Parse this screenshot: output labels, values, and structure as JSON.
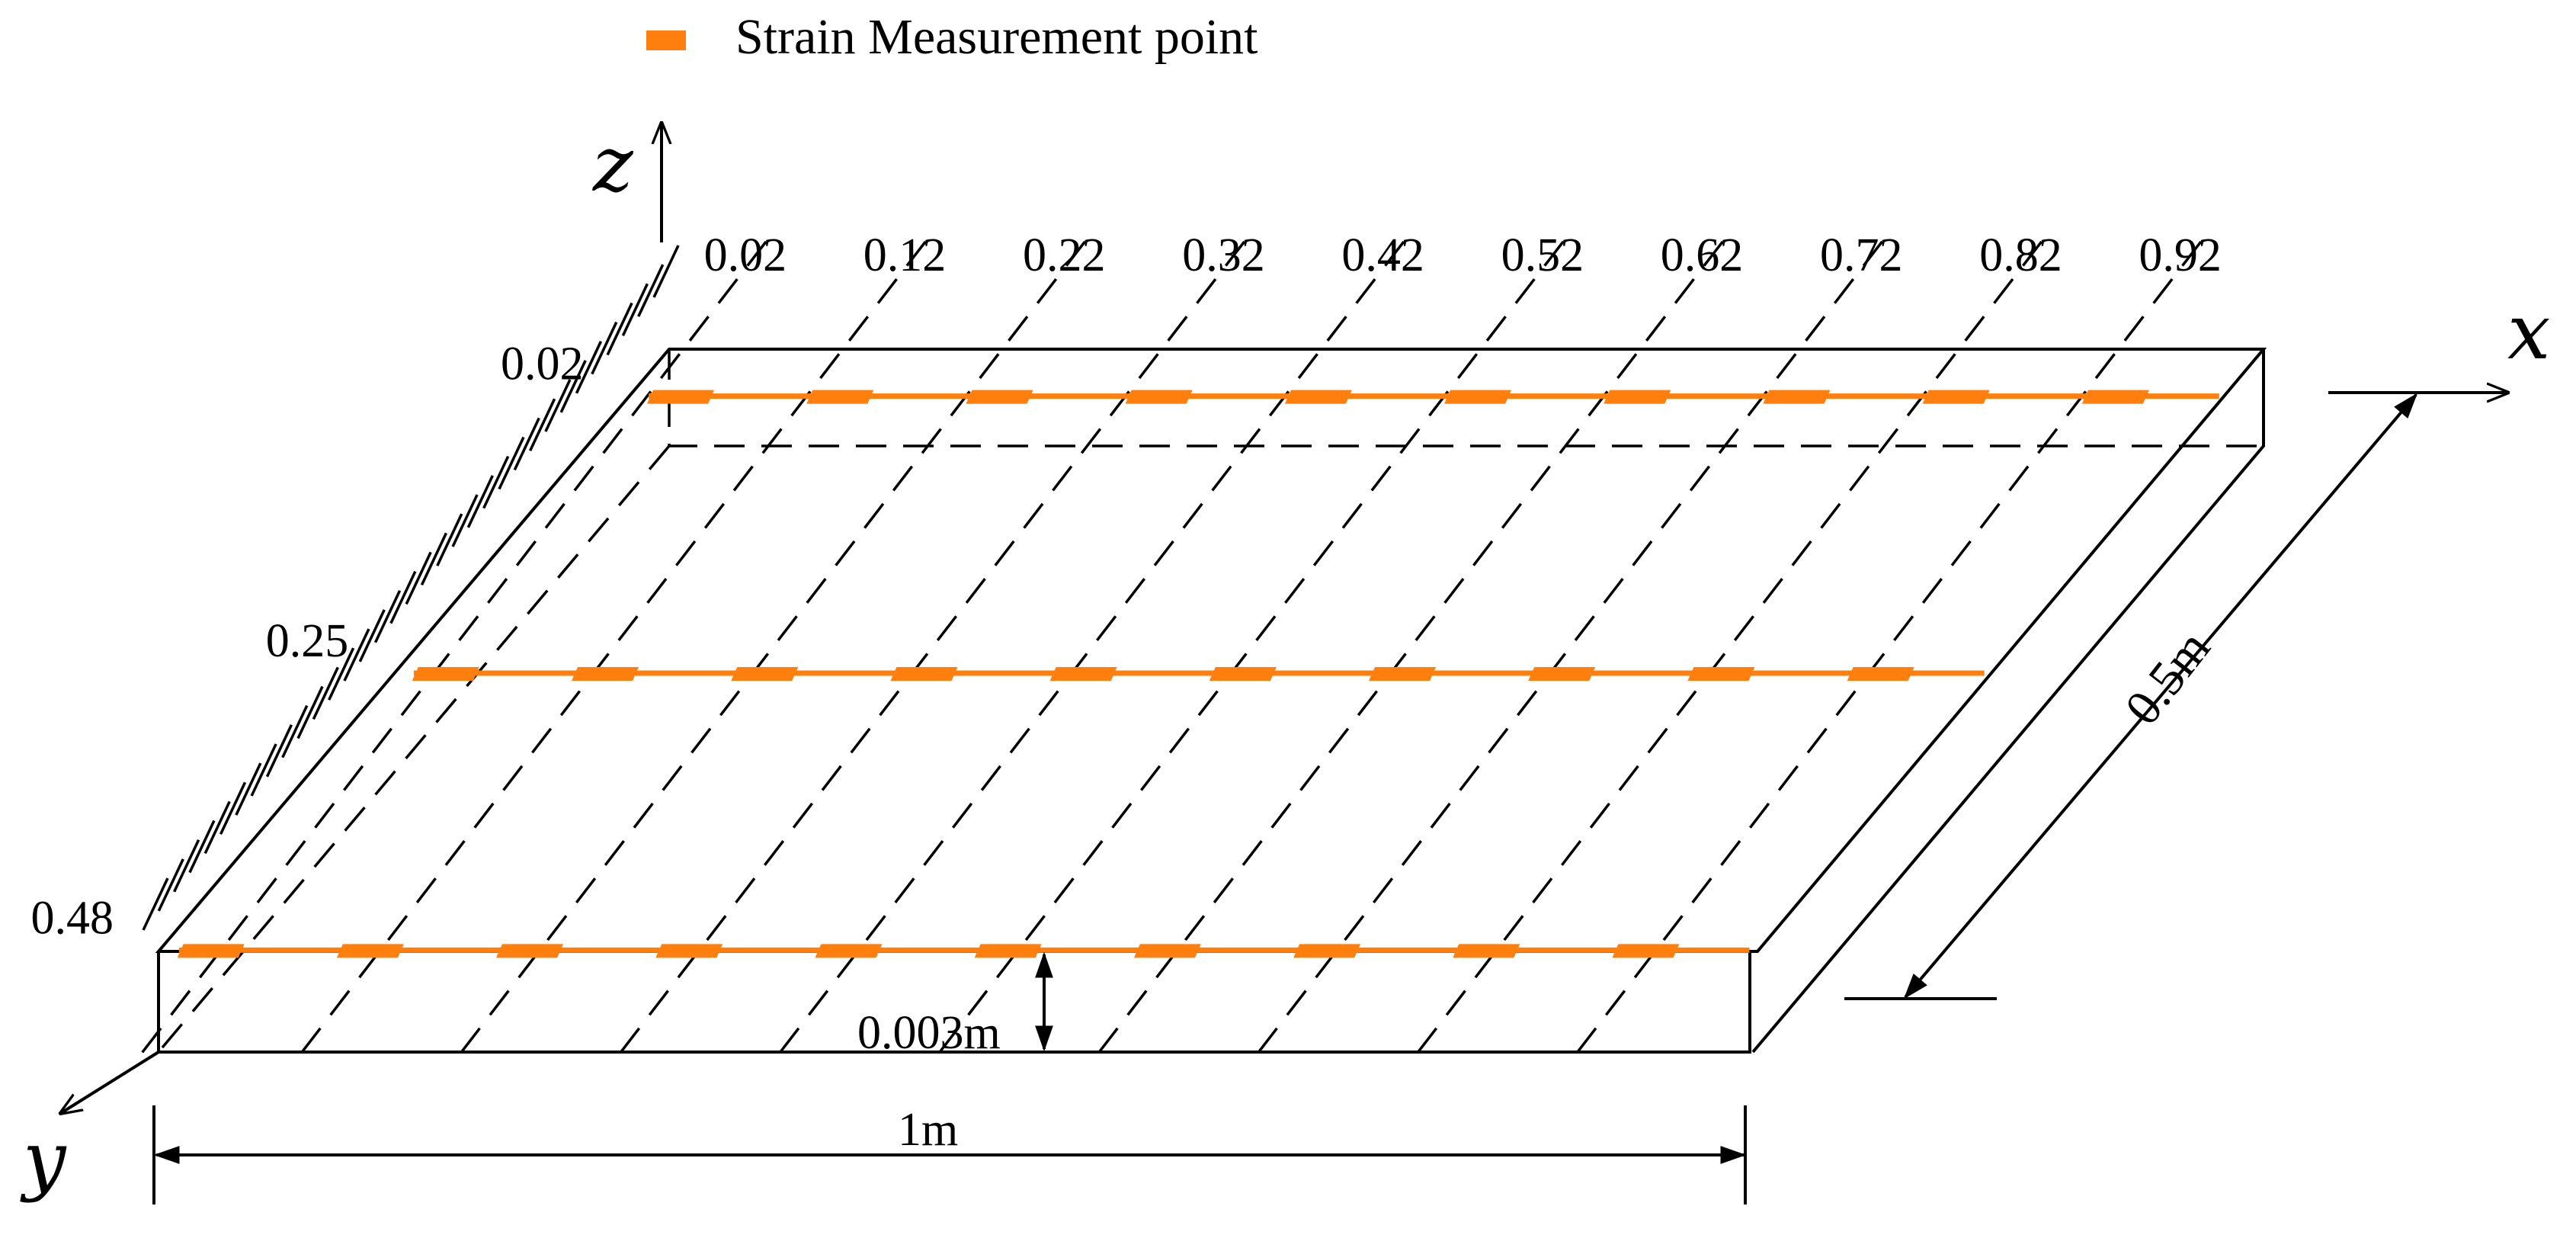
{
  "legend": {
    "label": "Strain Measurement point",
    "color": "#ff7f0e"
  },
  "axes": {
    "x": "x",
    "y": "y",
    "z": "z"
  },
  "x_positions": [
    "0.02",
    "0.12",
    "0.22",
    "0.32",
    "0.42",
    "0.52",
    "0.62",
    "0.72",
    "0.82",
    "0.92"
  ],
  "y_positions": [
    "0.02",
    "0.25",
    "0.48"
  ],
  "dimensions": {
    "width": "0.5m",
    "thickness": "0.003m",
    "length": "1m"
  },
  "rows": [
    {
      "y_label": "0.02",
      "points": 10
    },
    {
      "y_label": "0.25",
      "points": 10
    },
    {
      "y_label": "0.48",
      "points": 10
    }
  ]
}
